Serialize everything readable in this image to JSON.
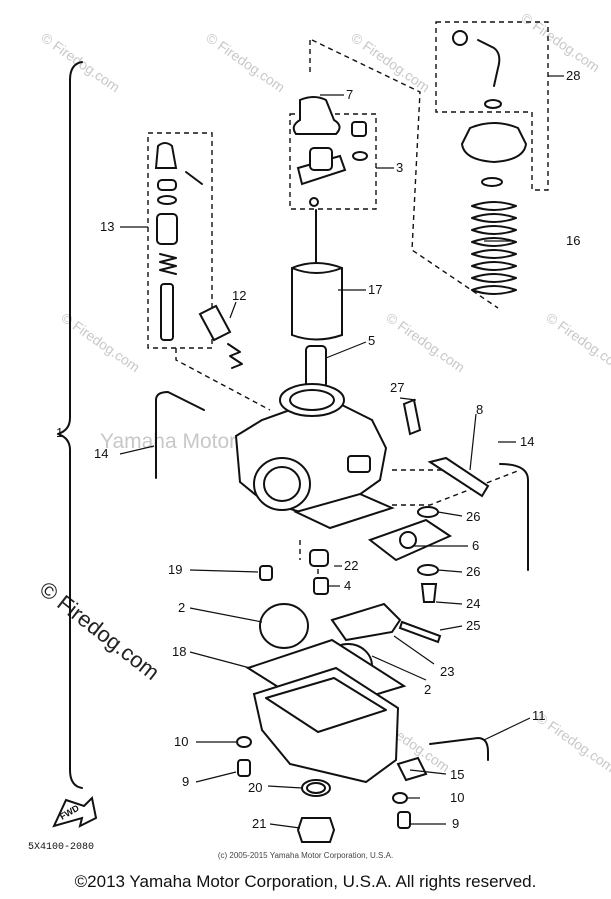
{
  "watermarks": {
    "firedog": "© Firedog.com",
    "yamaha": "Yamaha Motor Corp. U.S.A."
  },
  "callouts": [
    {
      "id": "1",
      "text": "1"
    },
    {
      "id": "2a",
      "text": "2"
    },
    {
      "id": "2b",
      "text": "2"
    },
    {
      "id": "3",
      "text": "3"
    },
    {
      "id": "4",
      "text": "4"
    },
    {
      "id": "5",
      "text": "5"
    },
    {
      "id": "6",
      "text": "6"
    },
    {
      "id": "7",
      "text": "7"
    },
    {
      "id": "8",
      "text": "8"
    },
    {
      "id": "9a",
      "text": "9"
    },
    {
      "id": "9b",
      "text": "9"
    },
    {
      "id": "10a",
      "text": "10"
    },
    {
      "id": "10b",
      "text": "10"
    },
    {
      "id": "11",
      "text": "11"
    },
    {
      "id": "12",
      "text": "12"
    },
    {
      "id": "13",
      "text": "13"
    },
    {
      "id": "14a",
      "text": "14"
    },
    {
      "id": "14b",
      "text": "14"
    },
    {
      "id": "15",
      "text": "15"
    },
    {
      "id": "16",
      "text": "16"
    },
    {
      "id": "17",
      "text": "17"
    },
    {
      "id": "18",
      "text": "18"
    },
    {
      "id": "19",
      "text": "19"
    },
    {
      "id": "20",
      "text": "20"
    },
    {
      "id": "21",
      "text": "21"
    },
    {
      "id": "22",
      "text": "22"
    },
    {
      "id": "23",
      "text": "23"
    },
    {
      "id": "24",
      "text": "24"
    },
    {
      "id": "25",
      "text": "25"
    },
    {
      "id": "26a",
      "text": "26"
    },
    {
      "id": "26b",
      "text": "26"
    },
    {
      "id": "27",
      "text": "27"
    },
    {
      "id": "28",
      "text": "28"
    }
  ],
  "fwd_label": "FWD",
  "drawing_code": "5X4100-2080",
  "small_copyright": "(c) 2005-2015 Yamaha Motor Corporation, U.S.A.",
  "copyright": "©2013 Yamaha Motor Corporation, U.S.A. All rights reserved."
}
